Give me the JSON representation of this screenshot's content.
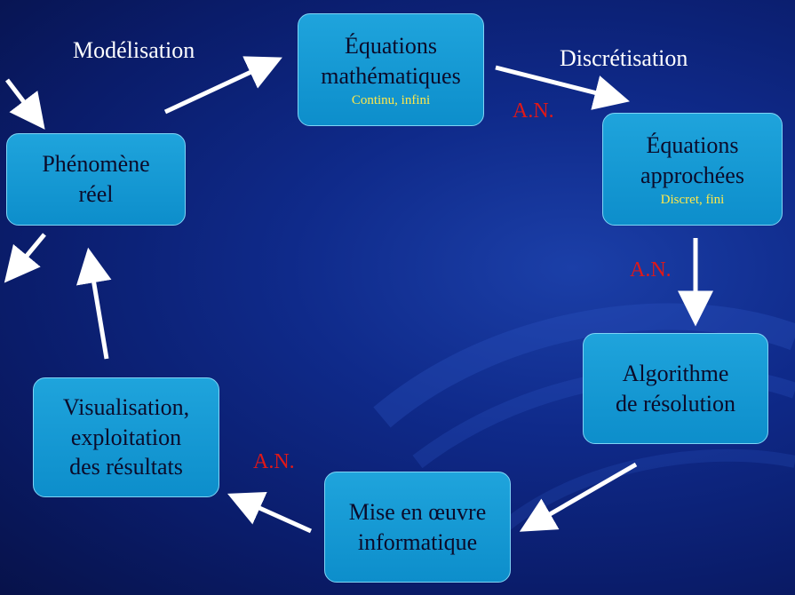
{
  "boxes": {
    "phenomene": {
      "line1": "Phénomène",
      "line2": "réel"
    },
    "equations_math": {
      "line1": "Équations",
      "line2": "mathématiques",
      "sub": "Continu, infini"
    },
    "equations_approchees": {
      "line1": "Équations",
      "line2": "approchées",
      "sub": "Discret, fini"
    },
    "algorithme": {
      "line1": "Algorithme",
      "line2": "de résolution"
    },
    "mise_en_oeuvre": {
      "line1": "Mise en œuvre",
      "line2": "informatique"
    },
    "visualisation": {
      "line1": "Visualisation,",
      "line2": "exploitation",
      "line3": "des résultats"
    }
  },
  "labels": {
    "modelisation": "Modélisation",
    "discretisation": "Discrétisation",
    "an_1": "A.N.",
    "an_2": "A.N.",
    "an_3": "A.N."
  },
  "colors": {
    "box_fill": "#1a9fda",
    "box_border": "#7fd4f5",
    "box_text": "#0b0b2a",
    "sub_text": "#ffe84a",
    "label_text": "#ffffff",
    "an_text": "#e01818",
    "arrow": "#ffffff"
  }
}
